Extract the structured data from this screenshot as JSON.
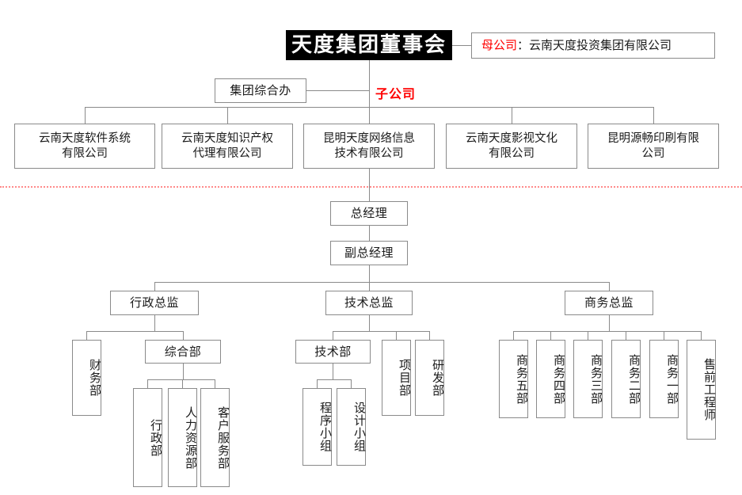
{
  "colors": {
    "box_border": "#8a8a8a",
    "root_bg": "#000000",
    "root_text": "#ffffff",
    "accent_red": "#ff0000",
    "divider_red": "#ff8a8a",
    "text": "#1a1a1a"
  },
  "top_section": {
    "root": {
      "label": "天度集团董事会"
    },
    "parent_company": {
      "tag": "母公司",
      "separator": "：",
      "name": "云南天度投资集团有限公司"
    },
    "group_office": {
      "label": "集团综合办"
    },
    "subsidiary_tag": "子公司",
    "subsidiaries": [
      {
        "label": "云南天度软件系统\n有限公司"
      },
      {
        "label": "云南天度知识产权\n代理有限公司"
      },
      {
        "label": "昆明天度网络信息\n技术有限公司"
      },
      {
        "label": "云南天度影视文化\n有限公司"
      },
      {
        "label": "昆明源畅印刷有限\n公司"
      }
    ]
  },
  "bottom_section": {
    "general_manager": {
      "label": "总经理"
    },
    "deputy_general_manager": {
      "label": "副总经理"
    },
    "directors": [
      {
        "label": "行政总监"
      },
      {
        "label": "技术总监"
      },
      {
        "label": "商务总监"
      }
    ],
    "admin_branch": {
      "finance": {
        "label": "财务部"
      },
      "general_affairs": {
        "label": "综合部"
      },
      "general_affairs_children": [
        {
          "label": "行政部"
        },
        {
          "label": "人力资源部"
        },
        {
          "label": "客户服务部"
        }
      ]
    },
    "tech_branch": {
      "tech_dept": {
        "label": "技术部"
      },
      "project_dept": {
        "label": "项目部"
      },
      "rd_dept": {
        "label": "研发部"
      },
      "tech_dept_children": [
        {
          "label": "程序小组"
        },
        {
          "label": "设计小组"
        }
      ]
    },
    "business_branch": {
      "units": [
        {
          "label": "商务五部"
        },
        {
          "label": "商务四部"
        },
        {
          "label": "商务三部"
        },
        {
          "label": "商务二部"
        },
        {
          "label": "商务一部"
        },
        {
          "label": "售前工程师"
        }
      ]
    }
  }
}
